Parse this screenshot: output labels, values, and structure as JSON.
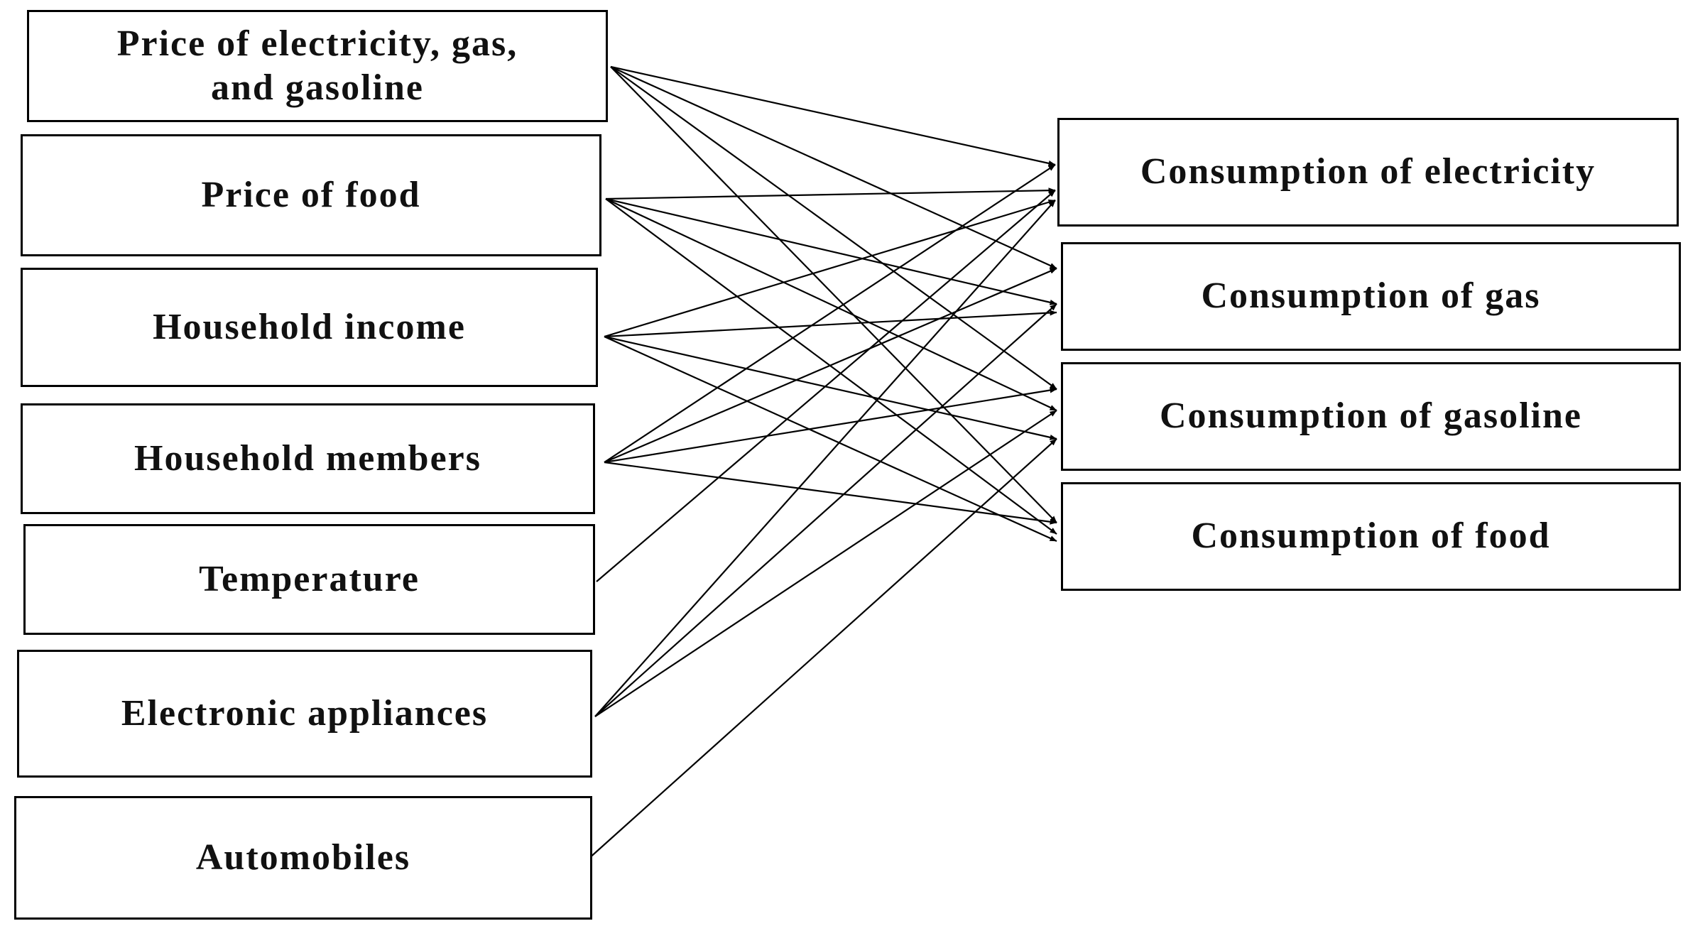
{
  "inputs": [
    {
      "id": "price-energy",
      "label": "Price  of electricity, gas,\nand  gasoline"
    },
    {
      "id": "price-food",
      "label": "Price  of food"
    },
    {
      "id": "household-income",
      "label": "Household  income"
    },
    {
      "id": "household-members",
      "label": "Household  members"
    },
    {
      "id": "temperature",
      "label": "Temperature"
    },
    {
      "id": "electronic-appliances",
      "label": "Electronic  appliances"
    },
    {
      "id": "automobiles",
      "label": "Automobiles"
    }
  ],
  "outputs": [
    {
      "id": "consumption-electricity",
      "label": "Consumption   of electricity"
    },
    {
      "id": "consumption-gas",
      "label": "Consumption   of gas"
    },
    {
      "id": "consumption-gasoline",
      "label": "Consumption   of gasoline"
    },
    {
      "id": "consumption-food",
      "label": "Consumption   of food"
    }
  ],
  "links": [
    {
      "from": "price-energy",
      "to": "consumption-electricity"
    },
    {
      "from": "price-energy",
      "to": "consumption-gas"
    },
    {
      "from": "price-energy",
      "to": "consumption-gasoline"
    },
    {
      "from": "price-energy",
      "to": "consumption-food"
    },
    {
      "from": "price-food",
      "to": "consumption-electricity"
    },
    {
      "from": "price-food",
      "to": "consumption-gas"
    },
    {
      "from": "price-food",
      "to": "consumption-gasoline"
    },
    {
      "from": "price-food",
      "to": "consumption-food"
    },
    {
      "from": "household-income",
      "to": "consumption-electricity"
    },
    {
      "from": "household-income",
      "to": "consumption-gas"
    },
    {
      "from": "household-income",
      "to": "consumption-gasoline"
    },
    {
      "from": "household-income",
      "to": "consumption-food"
    },
    {
      "from": "household-members",
      "to": "consumption-electricity"
    },
    {
      "from": "household-members",
      "to": "consumption-gas"
    },
    {
      "from": "household-members",
      "to": "consumption-gasoline"
    },
    {
      "from": "household-members",
      "to": "consumption-food"
    },
    {
      "from": "temperature",
      "to": "consumption-electricity"
    },
    {
      "from": "electronic-appliances",
      "to": "consumption-electricity"
    },
    {
      "from": "electronic-appliances",
      "to": "consumption-gas"
    },
    {
      "from": "electronic-appliances",
      "to": "consumption-gasoline"
    },
    {
      "from": "automobiles",
      "to": "consumption-gasoline"
    }
  ]
}
